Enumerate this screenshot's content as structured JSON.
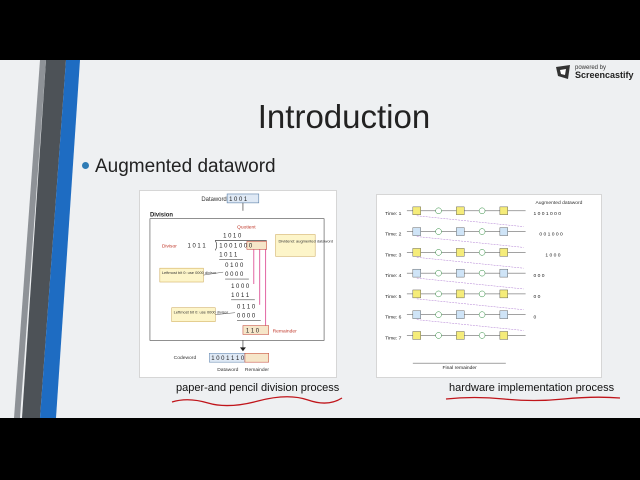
{
  "slide": {
    "title": "Introduction",
    "bullet": "Augmented dataword"
  },
  "watermark": {
    "line1": "powered by",
    "line2": "Screencastify"
  },
  "figure_left": {
    "dataword_label": "Dataword",
    "dataword_bits": "1 0 0 1",
    "division_label": "Division",
    "quotient_label": "Quotient",
    "quotient_bits": "1 0 1 0",
    "divisor_label": "Divisor",
    "divisor_bits": "1 0 1 1",
    "dividend_bits": "1 0 0 1 0 0 0",
    "dividend_label": "Dividend: augmented dataword",
    "rows": [
      "1 0 1 1",
      "0 1 0 0",
      "0 0 0 0",
      "1 0 0 0",
      "1 0 1 1",
      "0 1 1 0",
      "0 0 0 0"
    ],
    "note1": "Leftmost bit 0: use 0000 divisor",
    "note2": "Leftmost bit 0: use 0000 divisor",
    "remainder_bits": "1 1 0",
    "remainder_label": "Remainder",
    "codeword_label": "Codeword",
    "codeword_bits": "1 0 0 1 1 1 0",
    "dataword_sub": "Dataword",
    "remainder_sub": "Remainder"
  },
  "figure_right": {
    "header": "Augmented dataword",
    "times": [
      "Time: 1",
      "Time: 2",
      "Time: 3",
      "Time: 4",
      "Time: 5",
      "Time: 6",
      "Time: 7"
    ],
    "rows_bits": [
      "1 0 0 1 0 0 0",
      "0 0 1 0 0 0",
      "1 0 0 0",
      "0 0 0",
      "0 0",
      "0",
      ""
    ],
    "footer": "Final remainder"
  },
  "captions": {
    "left": "paper-and pencil division process",
    "right": "hardware implementation process"
  },
  "colors": {
    "stripe_dark": "#4a4f55",
    "stripe_blue": "#1f6fc0",
    "bullet": "#2e7bb5",
    "underline_red": "#c0151b"
  }
}
